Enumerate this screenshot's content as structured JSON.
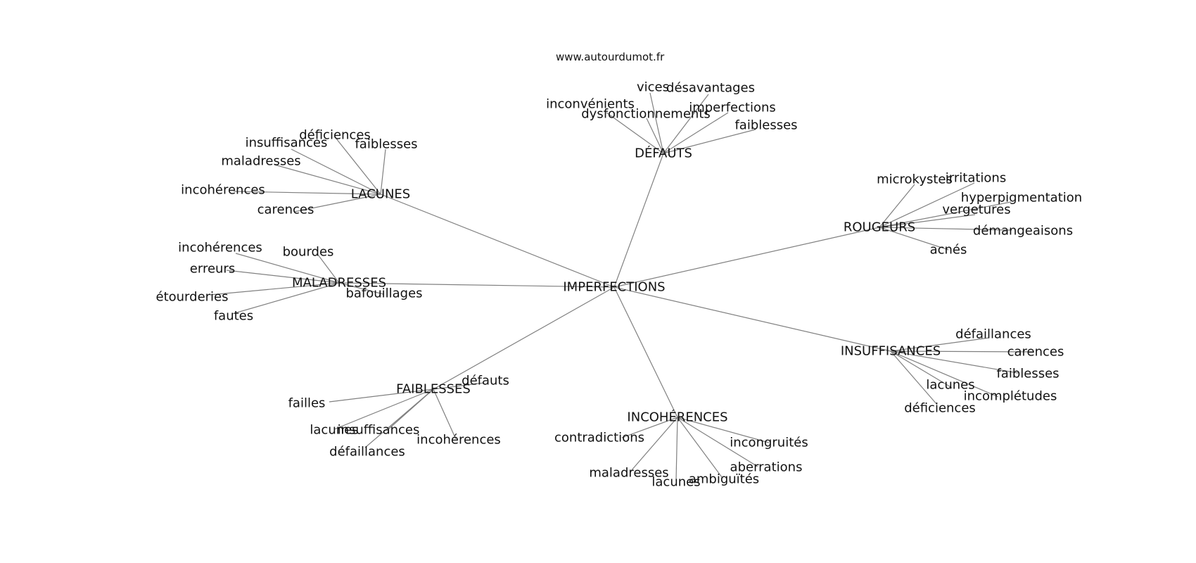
{
  "source": "www.autourdumot.fr",
  "colors": {
    "edge": "#808080",
    "text": "#111111",
    "background": "#ffffff"
  },
  "center": "IMPERFECTIONS",
  "hubs": [
    {
      "label": "DÉFAUTS",
      "words": [
        "vices",
        "désavantages",
        "inconvénients",
        "dysfonctionnements",
        "imperfections",
        "faiblesses"
      ]
    },
    {
      "label": "LACUNES",
      "words": [
        "déficiences",
        "insuffisances",
        "faiblesses",
        "maladresses",
        "incohérences",
        "carences"
      ]
    },
    {
      "label": "ROUGEURS",
      "words": [
        "microkystes",
        "irritations",
        "hyperpigmentation",
        "vergetures",
        "démangeaisons",
        "acnés"
      ]
    },
    {
      "label": "MALADRESSES",
      "words": [
        "incohérences",
        "bourdes",
        "erreurs",
        "bafouillages",
        "étourderies",
        "fautes"
      ]
    },
    {
      "label": "INSUFFISANCES",
      "words": [
        "défaillances",
        "carences",
        "faiblesses",
        "lacunes",
        "incomplétudes",
        "déficiences"
      ]
    },
    {
      "label": "FAIBLESSES",
      "words": [
        "défauts",
        "failles",
        "lacunes",
        "insuffisances",
        "incohérences",
        "défaillances"
      ]
    },
    {
      "label": "INCOHÉRENCES",
      "words": [
        "contradictions",
        "incongruités",
        "aberrations",
        "maladresses",
        "ambiguïtés",
        "lacunes"
      ]
    }
  ]
}
